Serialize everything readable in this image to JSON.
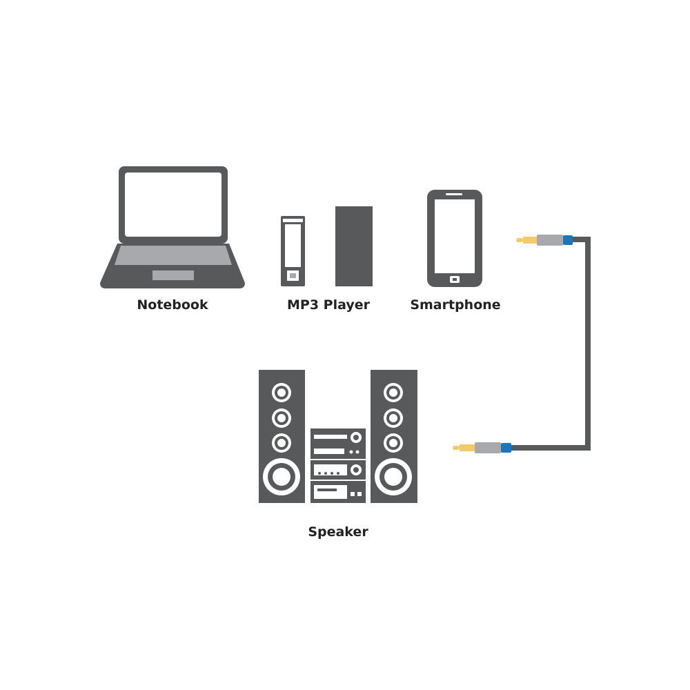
{
  "devices": {
    "notebook": {
      "label": "Notebook",
      "icon": "laptop-icon"
    },
    "mp3_player": {
      "label": "MP3 Player",
      "icon": "mp3-player-icon"
    },
    "smartphone": {
      "label": "Smartphone",
      "icon": "smartphone-icon"
    },
    "speaker": {
      "label": "Speaker",
      "icon": "stereo-speaker-icon"
    }
  },
  "cable": {
    "icon": "audio-jack-cable-icon"
  },
  "colors": {
    "device_dark": "#58595b",
    "device_light": "#a7a9ac",
    "screen": "#ffffff",
    "plug_gold": "#f3c96a",
    "plug_silver": "#a7a9ac",
    "plug_blue": "#1b75bc",
    "cable": "#58595b",
    "label_text": "#222222"
  }
}
